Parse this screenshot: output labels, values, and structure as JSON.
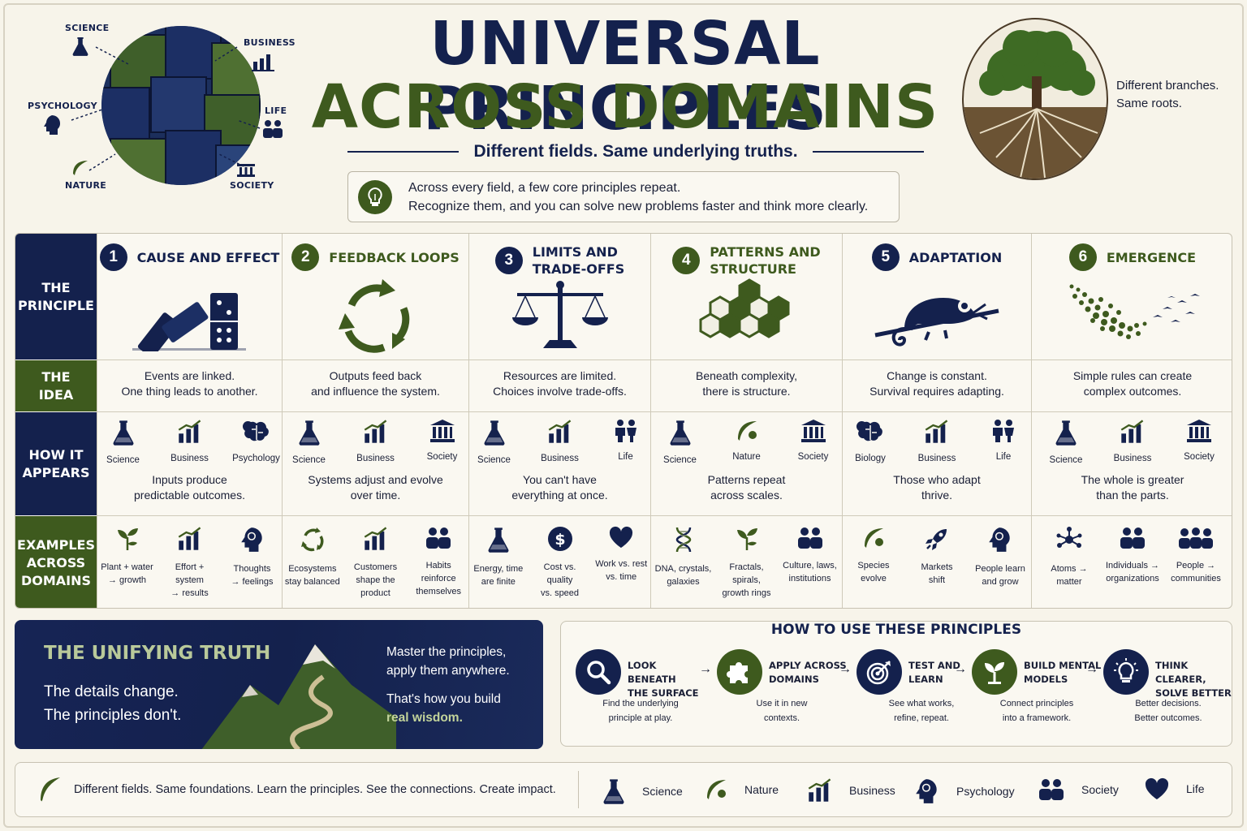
{
  "header": {
    "title_line1": "UNIVERSAL PRINCIPLES",
    "title_line2": "ACROSS DOMAINS",
    "subtitle": "Different fields. Same underlying truths.",
    "intro_line1": "Across every field, a few core principles repeat.",
    "intro_line2": "Recognize them, and you can solve new problems faster and think more clearly.",
    "tree_caption_line1": "Different branches.",
    "tree_caption_line2": "Same roots.",
    "globe_labels": [
      "SCIENCE",
      "BUSINESS",
      "PSYCHOLOGY",
      "LIFE",
      "NATURE",
      "SOCIETY"
    ]
  },
  "row_labels": {
    "principle": [
      "THE",
      "PRINCIPLE"
    ],
    "idea": [
      "THE",
      "IDEA"
    ],
    "appears": [
      "HOW IT",
      "APPEARS"
    ],
    "examples": [
      "EXAMPLES",
      "ACROSS",
      "DOMAINS"
    ]
  },
  "principles": [
    {
      "num": "1",
      "title": [
        "CAUSE AND EFFECT"
      ],
      "color": "#14214d",
      "idea": [
        "Events are linked.",
        "One thing leads to another."
      ],
      "appears": [
        {
          "label": "Science",
          "icon": "flask-icon"
        },
        {
          "label": "Business",
          "icon": "chart-icon"
        },
        {
          "label": "Psychology",
          "icon": "brain-icon"
        }
      ],
      "appears_text": [
        "Inputs produce",
        "predictable outcomes."
      ],
      "examples": [
        {
          "label": [
            "Plant + water",
            "→ growth"
          ],
          "icon": "plant-icon"
        },
        {
          "label": [
            "Effort + system",
            "→ results"
          ],
          "icon": "chart-icon"
        },
        {
          "label": [
            "Thoughts",
            "→ feelings"
          ],
          "icon": "head-icon"
        }
      ]
    },
    {
      "num": "2",
      "title": [
        "FEEDBACK LOOPS"
      ],
      "color": "#3e5a1e",
      "idea": [
        "Outputs feed back",
        "and influence the system."
      ],
      "appears": [
        {
          "label": "Science",
          "icon": "flask-icon"
        },
        {
          "label": "Business",
          "icon": "chart-icon"
        },
        {
          "label": "Society",
          "icon": "building-icon"
        }
      ],
      "appears_text": [
        "Systems adjust and evolve",
        "over time."
      ],
      "examples": [
        {
          "label": [
            "Ecosystems",
            "stay balanced"
          ],
          "icon": "cycle-icon"
        },
        {
          "label": [
            "Customers",
            "shape the product"
          ],
          "icon": "chart-icon"
        },
        {
          "label": [
            "Habits",
            "reinforce",
            "themselves"
          ],
          "icon": "people-icon"
        }
      ]
    },
    {
      "num": "3",
      "title": [
        "LIMITS AND",
        "TRADE-OFFS"
      ],
      "color": "#14214d",
      "idea": [
        "Resources are limited.",
        "Choices involve trade-offs."
      ],
      "appears": [
        {
          "label": "Science",
          "icon": "flask-icon"
        },
        {
          "label": "Business",
          "icon": "chart-icon"
        },
        {
          "label": "Life",
          "icon": "family-icon"
        }
      ],
      "appears_text": [
        "You can't have",
        "everything at once."
      ],
      "examples": [
        {
          "label": [
            "Energy, time",
            "are finite"
          ],
          "icon": "flask-icon"
        },
        {
          "label": [
            "Cost vs. quality",
            "vs. speed"
          ],
          "icon": "dollar-icon"
        },
        {
          "label": [
            "Work vs. rest",
            "vs. time"
          ],
          "icon": "heart-icon"
        }
      ]
    },
    {
      "num": "4",
      "title": [
        "PATTERNS AND",
        "STRUCTURE"
      ],
      "color": "#3e5a1e",
      "idea": [
        "Beneath complexity,",
        "there is structure."
      ],
      "appears": [
        {
          "label": "Science",
          "icon": "flask-icon"
        },
        {
          "label": "Nature",
          "icon": "leaf-icon"
        },
        {
          "label": "Society",
          "icon": "building-icon"
        }
      ],
      "appears_text": [
        "Patterns repeat",
        "across scales."
      ],
      "examples": [
        {
          "label": [
            "DNA, crystals,",
            "galaxies"
          ],
          "icon": "dna-icon"
        },
        {
          "label": [
            "Fractals, spirals,",
            "growth rings"
          ],
          "icon": "plant-icon"
        },
        {
          "label": [
            "Culture, laws,",
            "institutions"
          ],
          "icon": "people-icon"
        }
      ]
    },
    {
      "num": "5",
      "title": [
        "ADAPTATION"
      ],
      "color": "#14214d",
      "idea": [
        "Change is constant.",
        "Survival requires adapting."
      ],
      "appears": [
        {
          "label": "Biology",
          "icon": "brain-icon"
        },
        {
          "label": "Business",
          "icon": "chart-icon"
        },
        {
          "label": "Life",
          "icon": "family-icon"
        }
      ],
      "appears_text": [
        "Those who adapt",
        "thrive."
      ],
      "examples": [
        {
          "label": [
            "Species",
            "evolve"
          ],
          "icon": "leaf-icon"
        },
        {
          "label": [
            "Markets",
            "shift"
          ],
          "icon": "rocket-icon"
        },
        {
          "label": [
            "People learn",
            "and grow"
          ],
          "icon": "head-icon"
        }
      ]
    },
    {
      "num": "6",
      "title": [
        "EMERGENCE"
      ],
      "color": "#3e5a1e",
      "idea": [
        "Simple rules can create",
        "complex outcomes."
      ],
      "appears": [
        {
          "label": "Science",
          "icon": "flask-icon"
        },
        {
          "label": "Business",
          "icon": "chart-icon"
        },
        {
          "label": "Society",
          "icon": "building-icon"
        }
      ],
      "appears_text": [
        "The whole is greater",
        "than the parts."
      ],
      "examples": [
        {
          "label": [
            "Atoms →",
            "matter"
          ],
          "icon": "atom-icon"
        },
        {
          "label": [
            "Individuals →",
            "organizations"
          ],
          "icon": "people-icon"
        },
        {
          "label": [
            "People →",
            "communities"
          ],
          "icon": "crowd-icon"
        }
      ]
    }
  ],
  "unifying": {
    "title": "THE UNIFYING TRUTH",
    "line1": "The details change.",
    "line2": "The principles don't.",
    "right1": "Master the principles,",
    "right2": "apply them anywhere.",
    "right3": "That's how you build",
    "right4": "real wisdom."
  },
  "howto": {
    "title": "HOW TO USE THESE PRINCIPLES",
    "steps": [
      {
        "title": [
          "LOOK BENEATH",
          "THE SURFACE"
        ],
        "desc": [
          "Find the underlying",
          "principle at play."
        ],
        "icon": "magnifier-icon",
        "color": "#14214d"
      },
      {
        "title": [
          "APPLY ACROSS",
          "DOMAINS"
        ],
        "desc": [
          "Use it in new",
          "contexts."
        ],
        "icon": "puzzle-icon",
        "color": "#3e5a1e"
      },
      {
        "title": [
          "TEST AND",
          "LEARN"
        ],
        "desc": [
          "See what works,",
          "refine, repeat."
        ],
        "icon": "target-icon",
        "color": "#14214d"
      },
      {
        "title": [
          "BUILD MENTAL",
          "MODELS"
        ],
        "desc": [
          "Connect principles",
          "into a framework."
        ],
        "icon": "sprout-icon",
        "color": "#3e5a1e"
      },
      {
        "title": [
          "THINK CLEARER,",
          "SOLVE BETTER"
        ],
        "desc": [
          "Better decisions.",
          "Better outcomes."
        ],
        "icon": "bulb-icon",
        "color": "#14214d"
      }
    ]
  },
  "footer": {
    "text": "Different fields. Same foundations. Learn the principles. See the connections. Create impact.",
    "legend": [
      {
        "label": "Science",
        "icon": "flask-icon"
      },
      {
        "label": "Nature",
        "icon": "leaf-icon"
      },
      {
        "label": "Business",
        "icon": "chart-icon"
      },
      {
        "label": "Psychology",
        "icon": "head-icon"
      },
      {
        "label": "Society",
        "icon": "people-icon"
      },
      {
        "label": "Life",
        "icon": "heart-icon"
      }
    ]
  },
  "colors": {
    "navy": "#14214d",
    "green": "#3e5a1e",
    "cream": "#f7f4ea"
  }
}
